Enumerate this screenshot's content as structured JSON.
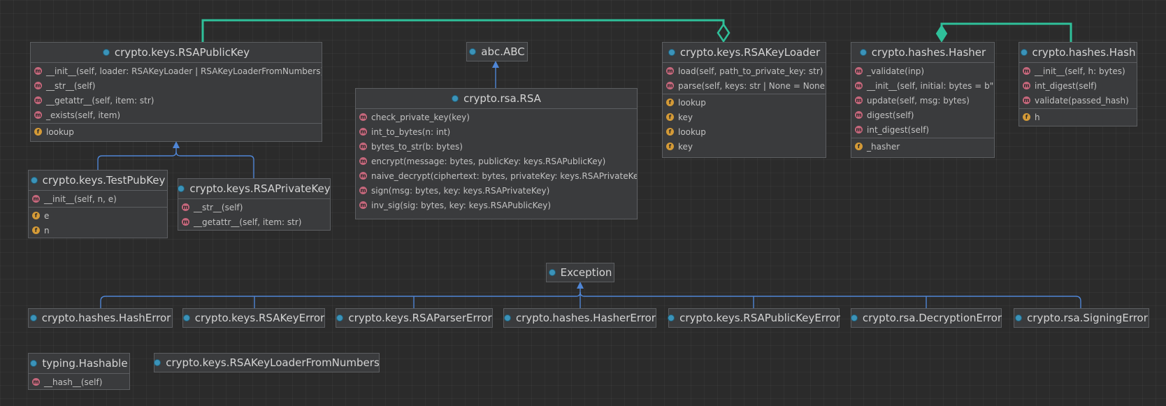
{
  "colors": {
    "background": "#2b2b2b",
    "box_fill": "#3a3b3d",
    "box_border": "#5c5e61",
    "class_icon": "#3b93b9",
    "method_icon": "#c6677c",
    "field_icon": "#d49a37",
    "inheritance_edge": "#4f86d6",
    "aggregation_edge": "#2fc09a"
  },
  "icons": {
    "class": "class-icon",
    "method": "method-icon",
    "field": "field-icon"
  },
  "method_icon_letter": "m",
  "field_icon_letter": "f",
  "classes": {
    "rsa_public_key": {
      "name": "crypto.keys.RSAPublicKey",
      "methods": [
        "__init__(self, loader: RSAKeyLoader | RSAKeyLoaderFromNumbers)",
        "__str__(self)",
        "__getattr__(self, item: str)",
        "_exists(self, item)"
      ],
      "fields": [
        "lookup"
      ]
    },
    "abc": {
      "name": "abc.ABC"
    },
    "rsa": {
      "name": "crypto.rsa.RSA",
      "methods": [
        "check_private_key(key)",
        "int_to_bytes(n: int)",
        "bytes_to_str(b: bytes)",
        "encrypt(message: bytes, publicKey: keys.RSAPublicKey)",
        "naive_decrypt(ciphertext: bytes, privateKey: keys.RSAPrivateKey)",
        "sign(msg: bytes, key: keys.RSAPrivateKey)",
        "inv_sig(sig: bytes, key: keys.RSAPublicKey)"
      ]
    },
    "rsa_key_loader": {
      "name": "crypto.keys.RSAKeyLoader",
      "methods": [
        "load(self, path_to_private_key: str)",
        "parse(self, keys: str | None = None)"
      ],
      "fields": [
        "lookup",
        "key",
        "lookup",
        "key"
      ]
    },
    "hasher": {
      "name": "crypto.hashes.Hasher",
      "methods": [
        "_validate(inp)",
        "__init__(self, initial: bytes = b\"\")",
        "update(self, msg: bytes)",
        "digest(self)",
        "int_digest(self)"
      ],
      "fields": [
        "_hasher"
      ]
    },
    "hash": {
      "name": "crypto.hashes.Hash",
      "methods": [
        "__init__(self, h: bytes)",
        "int_digest(self)",
        "validate(passed_hash)"
      ],
      "fields": [
        "h"
      ]
    },
    "test_pub_key": {
      "name": "crypto.keys.TestPubKey",
      "methods": [
        "__init__(self, n, e)"
      ],
      "fields": [
        "e",
        "n"
      ]
    },
    "rsa_private_key": {
      "name": "crypto.keys.RSAPrivateKey",
      "methods": [
        "__str__(self)",
        "__getattr__(self, item: str)"
      ]
    },
    "exception": {
      "name": "Exception"
    },
    "hash_error": {
      "name": "crypto.hashes.HashError"
    },
    "rsa_key_error": {
      "name": "crypto.keys.RSAKeyError"
    },
    "rsa_parser_error": {
      "name": "crypto.keys.RSAParserError"
    },
    "hasher_error": {
      "name": "crypto.hashes.HasherError"
    },
    "rsa_public_key_error": {
      "name": "crypto.keys.RSAPublicKeyError"
    },
    "decryption_error": {
      "name": "crypto.rsa.DecryptionError"
    },
    "signing_error": {
      "name": "crypto.rsa.SigningError"
    },
    "hashable": {
      "name": "typing.Hashable",
      "methods": [
        "__hash__(self)"
      ]
    },
    "rsa_key_loader_from_numbers": {
      "name": "crypto.keys.RSAKeyLoaderFromNumbers"
    }
  },
  "relations": [
    {
      "type": "inheritance",
      "from": "test_pub_key",
      "to": "rsa_public_key"
    },
    {
      "type": "inheritance",
      "from": "rsa_private_key",
      "to": "rsa_public_key"
    },
    {
      "type": "inheritance",
      "from": "rsa",
      "to": "abc"
    },
    {
      "type": "inheritance",
      "from": "hash_error",
      "to": "exception"
    },
    {
      "type": "inheritance",
      "from": "rsa_key_error",
      "to": "exception"
    },
    {
      "type": "inheritance",
      "from": "rsa_parser_error",
      "to": "exception"
    },
    {
      "type": "inheritance",
      "from": "hasher_error",
      "to": "exception"
    },
    {
      "type": "inheritance",
      "from": "rsa_public_key_error",
      "to": "exception"
    },
    {
      "type": "inheritance",
      "from": "decryption_error",
      "to": "exception"
    },
    {
      "type": "inheritance",
      "from": "signing_error",
      "to": "exception"
    },
    {
      "type": "aggregation",
      "from": "rsa_public_key",
      "to": "rsa_key_loader"
    },
    {
      "type": "composition",
      "from": "hash",
      "to": "hasher"
    }
  ]
}
